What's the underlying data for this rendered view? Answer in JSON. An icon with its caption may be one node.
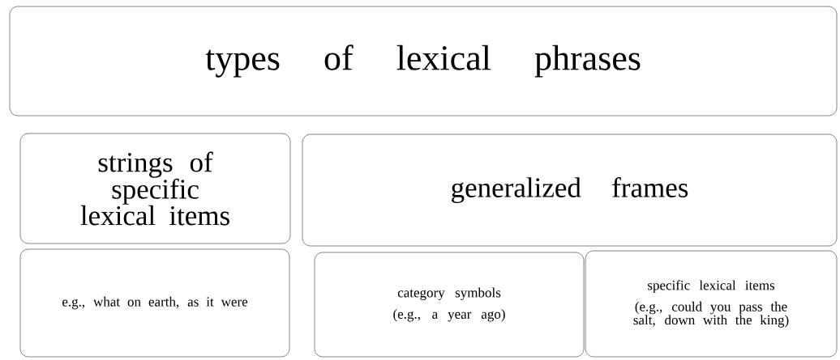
{
  "diagram": {
    "nodes": [
      {
        "text": [
          "types of lexical phrases"
        ]
      },
      {
        "text": [
          "strings of specific lexical items"
        ]
      },
      {
        "text": [
          "generalized frames"
        ]
      },
      {
        "text": [
          "e.g., what on earth, as it were"
        ]
      },
      {
        "text": [
          "category symbols",
          "(e.g., a year ago)"
        ]
      },
      {
        "text": [
          "specific lexical items",
          "(e.g., could you pass the salt, down with the king)"
        ]
      }
    ]
  }
}
